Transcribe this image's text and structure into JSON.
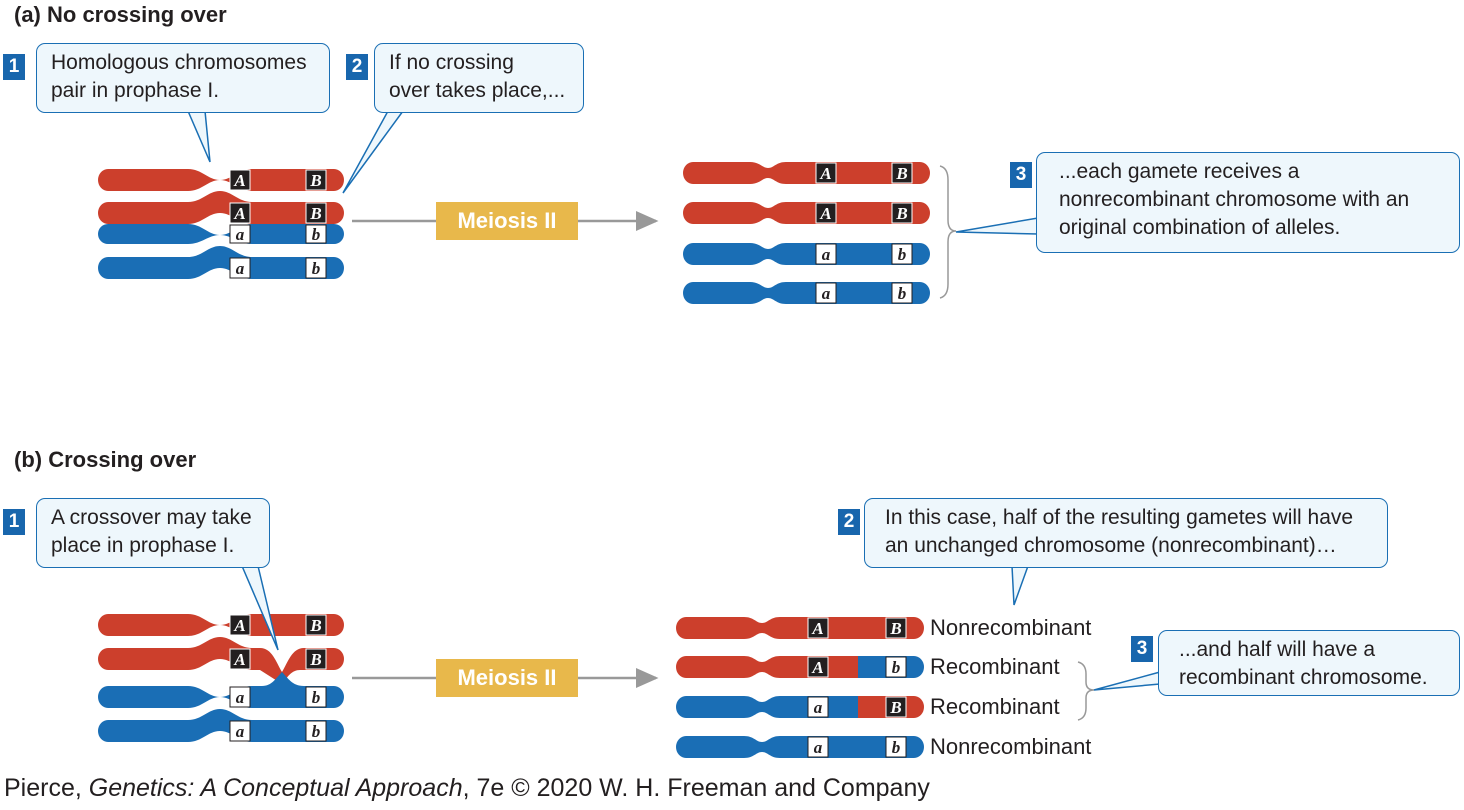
{
  "panel_a": {
    "title": "(a)  No crossing over",
    "callouts": [
      {
        "number": "1",
        "lines": [
          "Homologous chromosomes",
          "pair in prophase I."
        ]
      },
      {
        "number": "2",
        "lines": [
          "If no crossing",
          "over takes place,..."
        ]
      },
      {
        "number": "3",
        "lines": [
          "...each gamete receives a",
          "nonrecombinant chromosome with an",
          "original combination of alleles."
        ]
      }
    ],
    "process_label": "Meiosis II"
  },
  "panel_b": {
    "title": "(b)  Crossing over",
    "callouts": [
      {
        "number": "1",
        "lines": [
          "A crossover may take",
          "place in prophase I."
        ]
      },
      {
        "number": "2",
        "lines": [
          "In this case, half of the resulting gametes will have",
          "an unchanged chromosome (nonrecombinant)…"
        ]
      },
      {
        "number": "3",
        "lines": [
          "...and half will have a",
          "recombinant chromosome."
        ]
      }
    ],
    "process_label": "Meiosis II",
    "gamete_labels": [
      "Nonrecombinant",
      "Recombinant",
      "Recombinant",
      "Nonrecombinant"
    ]
  },
  "alleles": {
    "A": "A",
    "B": "B",
    "a": "a",
    "b": "b"
  },
  "colors": {
    "red_chromosome": "#cc3f2c",
    "blue_chromosome": "#1a6eb5",
    "dominant_box": "#231f20",
    "recessive_box": "#ffffff",
    "callout_border": "#1a6fb4",
    "callout_fill": "#eef7fc",
    "badge": "#1866ad",
    "process_box": "#e8b84b",
    "arrow": "#999999"
  },
  "credit": {
    "author": "Pierce, ",
    "book": "Genetics: A Conceptual Approach",
    "rest": ", 7e © 2020 W. H. Freeman and Company"
  }
}
